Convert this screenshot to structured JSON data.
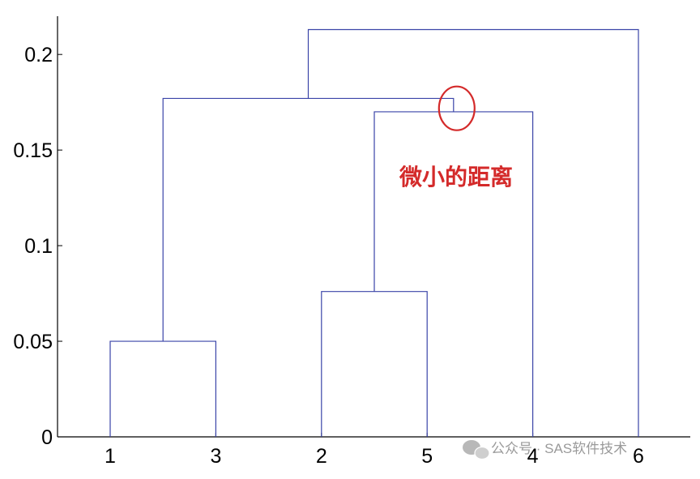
{
  "chart_data": {
    "type": "dendrogram",
    "title": "",
    "xlabel": "",
    "ylabel": "",
    "ylim": [
      0,
      0.22
    ],
    "y_ticks": [
      0,
      0.05,
      0.1,
      0.15,
      0.2
    ],
    "y_tick_labels": [
      "0",
      "0.05",
      "0.1",
      "0.15",
      "0.2"
    ],
    "leaf_order": [
      "1",
      "3",
      "2",
      "5",
      "4",
      "6"
    ],
    "merges": [
      {
        "left": "1",
        "right": "3",
        "height": 0.05
      },
      {
        "left": "2",
        "right": "5",
        "height": 0.076
      },
      {
        "left": "{2,5}",
        "right": "4",
        "height": 0.17
      },
      {
        "left": "{1,3}",
        "right": "{2,5,4}",
        "height": 0.177
      },
      {
        "left": "{1,3,2,5,4}",
        "right": "6",
        "height": 0.213
      }
    ],
    "annotations": [
      {
        "text": "微小的距离",
        "marks": "gap between merge heights 0.170 and 0.177",
        "color": "#d42a2a"
      }
    ],
    "colors": {
      "link": "#3a44a8",
      "axis": "#000000",
      "highlight": "#d42a2a"
    },
    "grid": false
  },
  "watermark": {
    "text": "公众号 · SAS软件技术",
    "icon": "wechat-icon"
  }
}
